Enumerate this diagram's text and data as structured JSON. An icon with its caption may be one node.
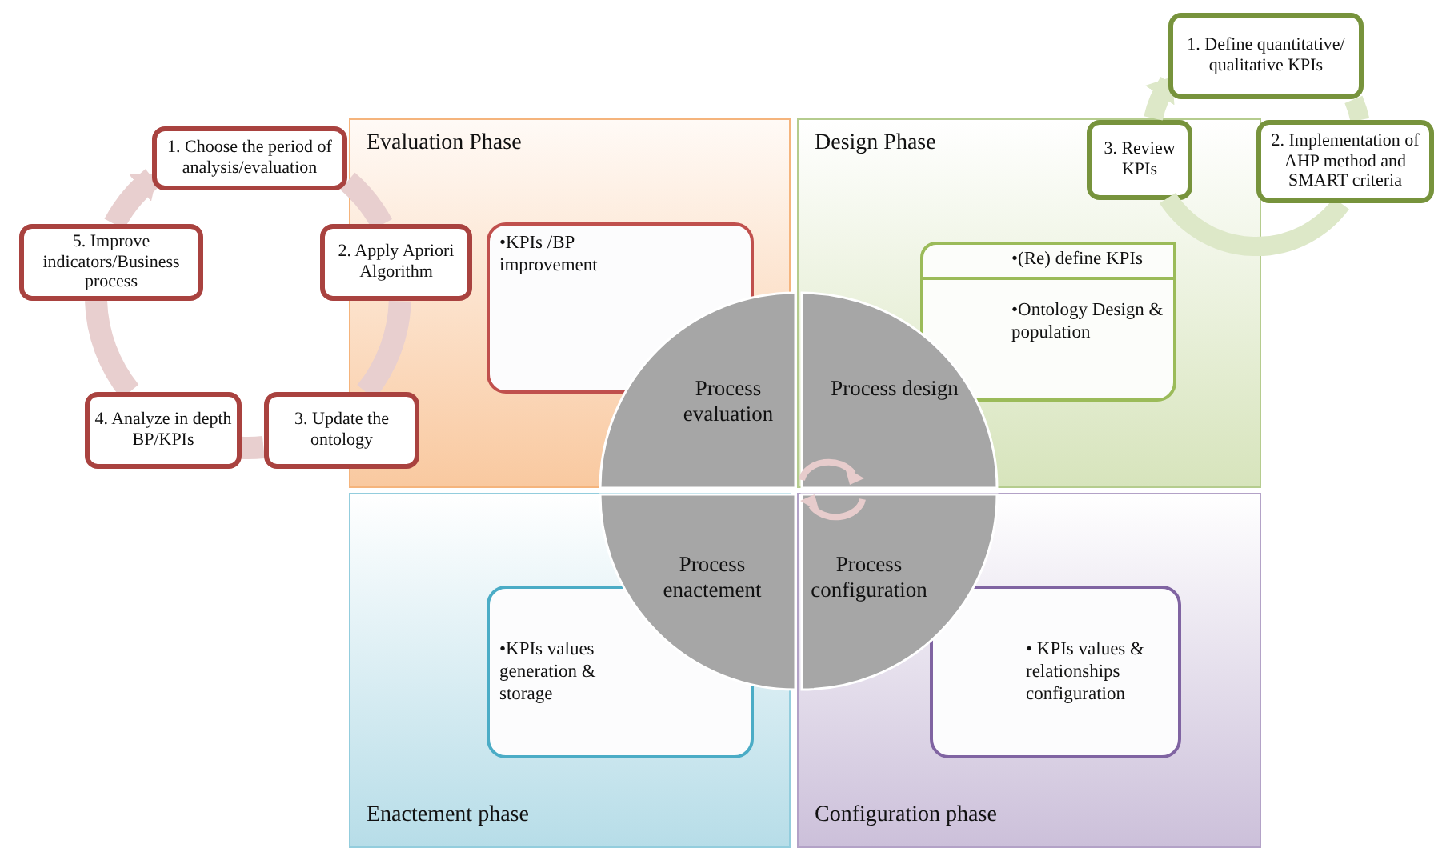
{
  "diagram": {
    "nodes": [
      {
        "text": [
          "Evaluation Phase"
        ]
      },
      {
        "text": [
          "•KPIs /BP improvement"
        ],
        "in": 0
      },
      {
        "text": [
          "Design Phase"
        ]
      },
      {
        "text": [
          "•(Re) define KPIs",
          "•Ontology Design & population"
        ],
        "in": 2
      },
      {
        "text": [
          "Enactement phase"
        ]
      },
      {
        "text": [
          "•KPIs values generation & storage"
        ],
        "in": 4
      },
      {
        "text": [
          "Configuration phase"
        ]
      },
      {
        "text": [
          "•  KPIs values & relationships configuration"
        ],
        "in": 6
      },
      {
        "text": [
          "Process evaluation"
        ],
        "in": 0
      },
      {
        "text": [
          "Process design"
        ],
        "in": 2
      },
      {
        "text": [
          "Process enactement"
        ],
        "in": 4
      },
      {
        "text": [
          "Process configuration"
        ],
        "in": 6
      },
      {
        "text": [
          "1. Choose the period of analysis/evaluation"
        ]
      },
      {
        "text": [
          "2. Apply Apriori Algorithm"
        ]
      },
      {
        "text": [
          "3. Update the ontology"
        ]
      },
      {
        "text": [
          "4. Analyze in depth BP/KPIs"
        ]
      },
      {
        "text": [
          "5. Improve indicators/Business process"
        ]
      },
      {
        "text": [
          "1. Define quantitative/ qualitative KPIs"
        ]
      },
      {
        "text": [
          "2. Implementation of AHP method and SMART criteria"
        ]
      },
      {
        "text": [
          "3. Review KPIs"
        ],
        "in": 2
      }
    ],
    "edges": [
      {
        "from": 12,
        "to": 13,
        "arrow": "none"
      },
      {
        "from": 13,
        "to": 14,
        "arrow": "none"
      },
      {
        "from": 14,
        "to": 15,
        "arrow": "none"
      },
      {
        "from": 15,
        "to": 16,
        "arrow": "none"
      },
      {
        "from": 16,
        "to": 12,
        "arrow": "to"
      },
      {
        "from": 17,
        "to": 18,
        "arrow": "none",
        "color": "#dde8c8"
      },
      {
        "from": 18,
        "to": 19,
        "arrow": "none",
        "color": "#dde8c8"
      },
      {
        "from": 19,
        "to": 17,
        "arrow": "to",
        "color": "#dde8c8"
      }
    ]
  }
}
